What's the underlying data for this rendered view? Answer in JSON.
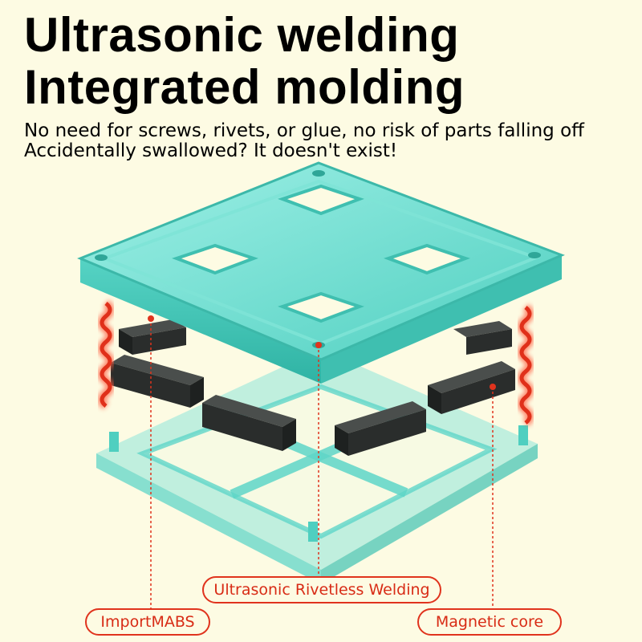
{
  "headline": {
    "line1": "Ultrasonic welding",
    "line2": "Integrated molding"
  },
  "subtext": {
    "line1": "No need for screws, rivets, or glue, no risk of parts falling off",
    "line2": "Accidentally swallowed? It doesn't exist!"
  },
  "callouts": {
    "welding": "Ultrasonic Rivetless Welding",
    "material": "ImportMABS",
    "magnet": "Magnetic core"
  },
  "colors": {
    "background": "#fdfbe3",
    "frame": "#5fd6c8",
    "accent": "#e0331d",
    "magnet": "#2a2d2c"
  }
}
